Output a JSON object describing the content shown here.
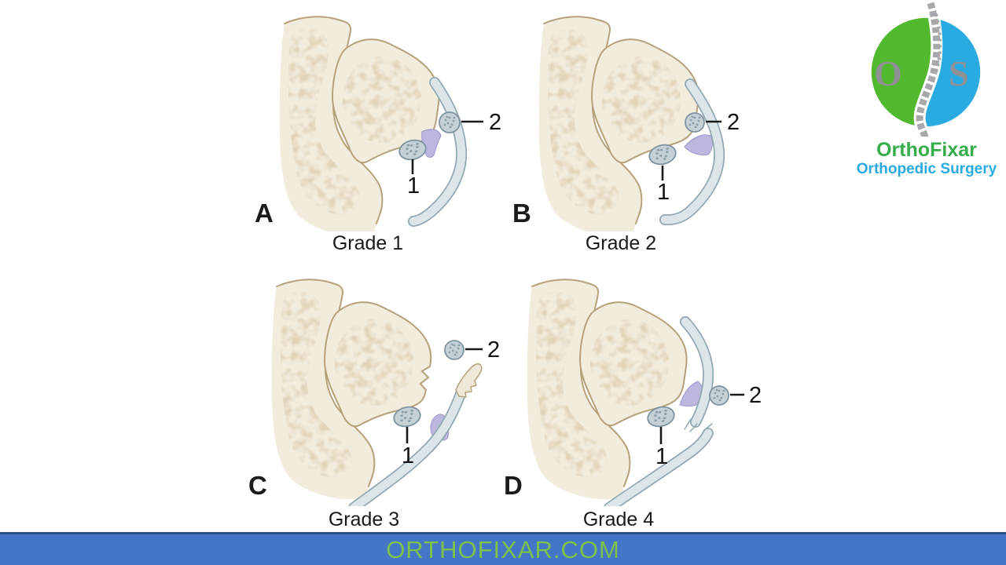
{
  "panels": [
    {
      "letter": "A",
      "caption": "Grade 1",
      "ossicle1_label": "1",
      "ossicle2_label": "2"
    },
    {
      "letter": "B",
      "caption": "Grade 2",
      "ossicle1_label": "1",
      "ossicle2_label": "2"
    },
    {
      "letter": "C",
      "caption": "Grade 3",
      "ossicle1_label": "1",
      "ossicle2_label": "2"
    },
    {
      "letter": "D",
      "caption": "Grade 4",
      "ossicle1_label": "1",
      "ossicle2_label": "2"
    }
  ],
  "logo": {
    "monogram_left": "O",
    "monogram_right": "S",
    "title": "OrthoFixar",
    "subtitle": "Orthopedic Surgery",
    "colors": {
      "green": "#52B92E",
      "blue": "#29ABE2",
      "spine_gray": "#A6A8AB",
      "monogram_gray": "#8E9093",
      "title_green": "#35AD4A",
      "subtitle_blue": "#29ABE2"
    }
  },
  "footer": {
    "text": "ORTHOFIXAR.COM",
    "colors": {
      "background": "#4575C6",
      "border_top": "#2B4E8C",
      "text": "#7CC24B"
    }
  },
  "illustration_colors": {
    "bone_fill": "#F2ECDD",
    "bone_outline": "#B5A27A",
    "trabecular": "#C2A87D",
    "ligament_fill": "#DCE6E9",
    "ligament_outline": "#92A8B2",
    "ossicle_fill": "#C6D1D7",
    "ossicle_outline": "#7E939F",
    "cartilage_purple": "#BCB7DF",
    "label_color": "#1A1A1A"
  }
}
